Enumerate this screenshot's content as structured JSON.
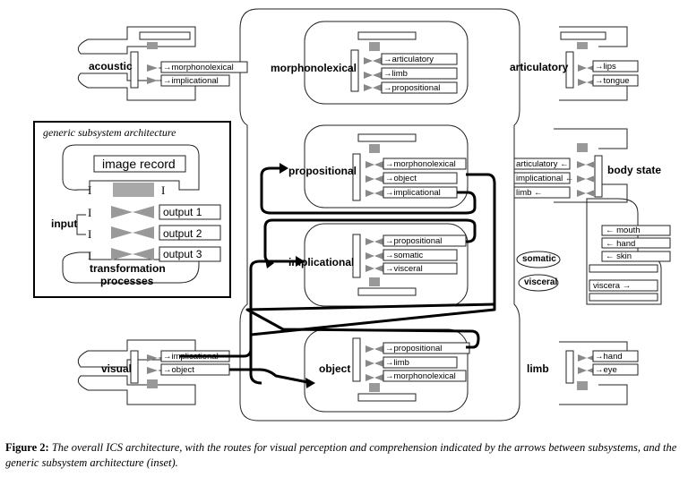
{
  "subsystems": {
    "acoustic": {
      "title": "acoustic",
      "outputs": [
        "morphonolexical",
        "implicational"
      ]
    },
    "morphonolexical": {
      "title": "morphonolexical",
      "outputs": [
        "articulatory",
        "limb",
        "propositional"
      ]
    },
    "articulatory": {
      "title": "articulatory",
      "outputs": [
        "lips",
        "tongue"
      ]
    },
    "propositional": {
      "title": "propositional",
      "outputs": [
        "morphonolexical",
        "object",
        "implicational"
      ]
    },
    "implicational": {
      "title": "implicational",
      "outputs": [
        "propositional",
        "somatic",
        "visceral"
      ]
    },
    "object": {
      "title": "object",
      "outputs": [
        "propositional",
        "limb",
        "morphonolexical"
      ]
    },
    "visual": {
      "title": "visual",
      "outputs": [
        "implicational",
        "object"
      ]
    },
    "limb": {
      "title": "limb",
      "outputs": [
        "hand",
        "eye"
      ]
    },
    "body_state": {
      "title": "body state",
      "inputs": [
        "articulatory",
        "implicational",
        "limb"
      ]
    }
  },
  "body_sensors": [
    "mouth",
    "hand",
    "skin"
  ],
  "viscera": "viscera",
  "bubbles": {
    "somatic": "somatic",
    "visceral": "visceral"
  },
  "inset": {
    "title": "generic subsystem architecture",
    "image_record": "image record",
    "input": "input",
    "outputs": [
      "output 1",
      "output 2",
      "output 3"
    ],
    "transformation": "transformation",
    "processes": "processes",
    "port_marker": "I"
  },
  "caption": {
    "label": "Figure 2:",
    "text": "The overall ICS architecture, with the routes for visual perception and comprehension indicated by the arrows between subsystems, and the generic subsystem architecture (inset)."
  }
}
